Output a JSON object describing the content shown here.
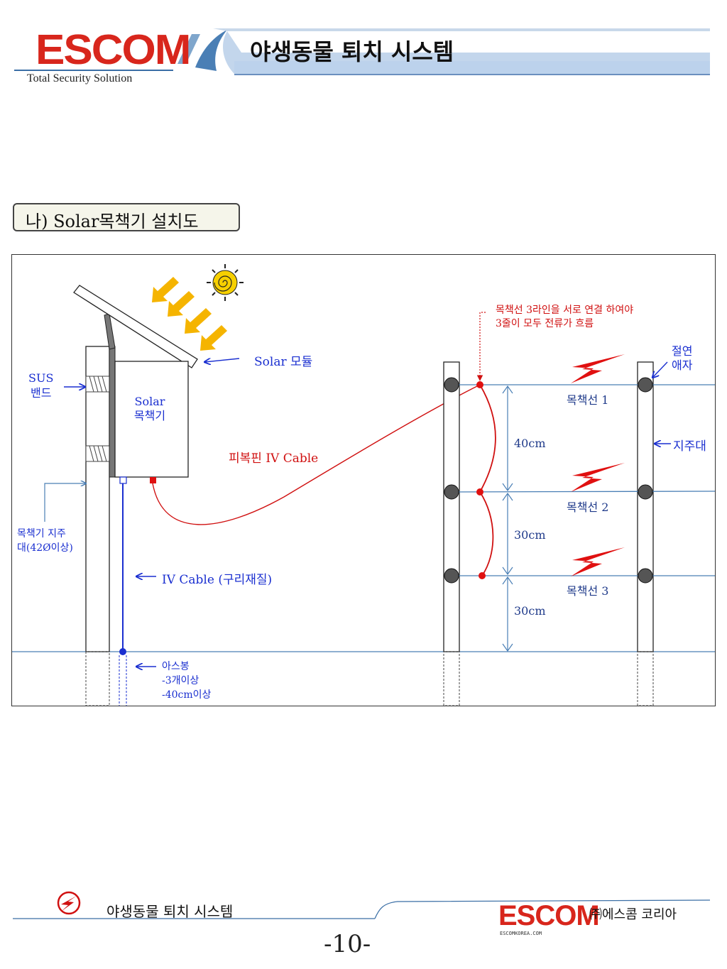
{
  "header": {
    "logo": "ESCOM",
    "tagline": "Total Security Solution",
    "title": "야생동물 퇴치 시스템"
  },
  "section": {
    "title": "나) Solar목책기 설치도"
  },
  "diagram": {
    "solar_module": "Solar 모듈",
    "sus_band": [
      "SUS",
      "밴드"
    ],
    "energizer": [
      "Solar",
      "목책기"
    ],
    "covered_cable": "피복핀 IV Cable",
    "post": [
      "목책기 지주",
      "대(42Ø이상)"
    ],
    "iv_cable": "IV Cable (구리재질)",
    "ground_rod": [
      "아스봉",
      "-3개이상",
      "-40cm이상"
    ],
    "connection_note": [
      "목책선 3라인을 서로 연결 하여야",
      "3줄이 모두 전류가 흐름"
    ],
    "insulator": [
      "절연",
      "애자"
    ],
    "support_post": "지주대",
    "wires": [
      "목책선 1",
      "목책선 2",
      "목책선 3"
    ],
    "spacings": [
      "40cm",
      "30cm",
      "30cm"
    ],
    "colors": {
      "blue_label": "#1a2fd0",
      "red": "#d01010",
      "wire": "#4a7fb5",
      "bolt": "#e01010",
      "arrow": "#f5b400"
    }
  },
  "footer": {
    "title": "야생동물 퇴치 시스템",
    "logo": "ESCOM",
    "url": "ESCOMKOREA.COM",
    "company": "㈜에스콤 코리아",
    "page": "-10-"
  }
}
